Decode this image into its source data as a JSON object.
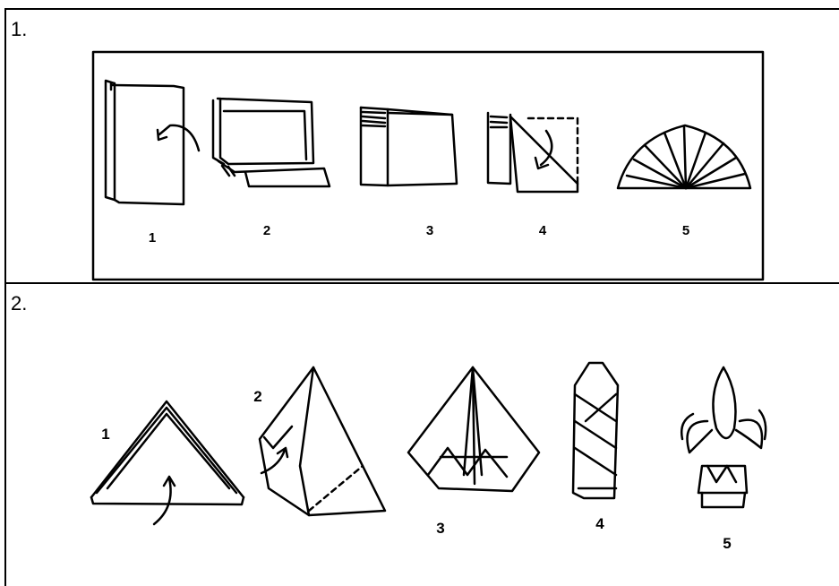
{
  "section_one": {
    "number": "1.",
    "step_labels": [
      "1",
      "2",
      "3",
      "4",
      "5"
    ]
  },
  "section_two": {
    "number": "2.",
    "step_labels": [
      "1",
      "2",
      "3",
      "4",
      "5"
    ]
  }
}
